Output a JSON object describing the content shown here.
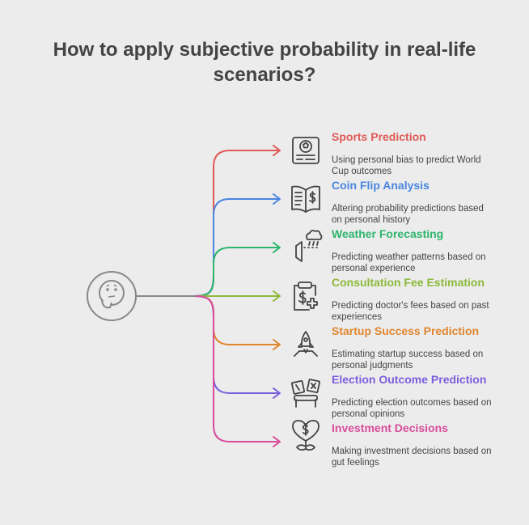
{
  "title_line1": "How to apply subjective probability in real-life",
  "title_line2": "scenarios?",
  "hub": {
    "icon": "thinking-face-icon",
    "color": "#888888"
  },
  "items": [
    {
      "title": "Sports Prediction",
      "desc": "Using personal bias to predict World Cup outcomes",
      "color": "#e05a55",
      "icon": "soccer-card-icon"
    },
    {
      "title": "Coin Flip Analysis",
      "desc": "Altering probability predictions based on personal history",
      "color": "#4a86e0",
      "icon": "open-book-dollar-icon"
    },
    {
      "title": "Weather Forecasting",
      "desc": "Predicting weather patterns based on personal experience",
      "color": "#2db56c",
      "icon": "weather-rain-icon"
    },
    {
      "title": "Consultation Fee Estimation",
      "desc": "Predicting doctor's fees based on past experiences",
      "color": "#8cb93a",
      "icon": "clipboard-dollar-icon"
    },
    {
      "title": "Startup Success Prediction",
      "desc": "Estimating startup success based on personal judgments",
      "color": "#e0852e",
      "icon": "rocket-launch-icon"
    },
    {
      "title": "Election Outcome Prediction",
      "desc": "Predicting election outcomes based on personal opinions",
      "color": "#7a5fdc",
      "icon": "ballot-box-icon"
    },
    {
      "title": "Investment Decisions",
      "desc": "Making investment decisions based on gut feelings",
      "color": "#d94c9b",
      "icon": "heart-dollar-icon"
    }
  ]
}
